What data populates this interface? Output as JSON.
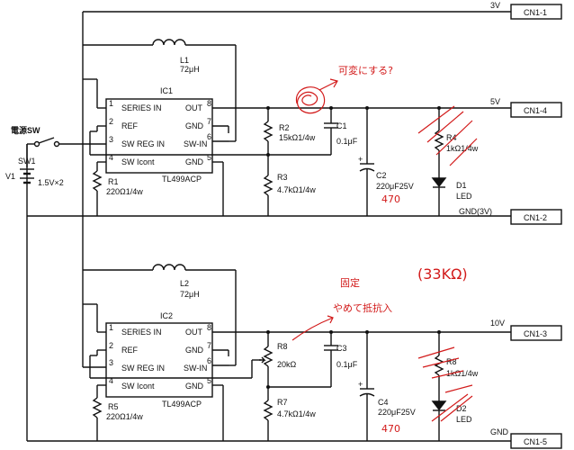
{
  "connectors": {
    "cn1_1": "CN1-1",
    "cn1_4": "CN1-4",
    "cn1_2": "CN1-2",
    "cn1_3": "CN1-3",
    "cn1_5": "CN1-5"
  },
  "nets": {
    "v3": "3V",
    "v5": "5V",
    "gnd3v": "GND(3V)",
    "v10": "10V",
    "gnd": "GND"
  },
  "power": {
    "switch_label": "電源SW",
    "switch_ref": "SW1",
    "battery_ref": "V1",
    "battery_val": "1.5V×2"
  },
  "upper": {
    "inductor_ref": "L1",
    "inductor_val": "72μH",
    "ic_ref": "IC1",
    "ic_part": "TL499ACP",
    "r2_ref": "R2",
    "r2_val": "15kΩ1/4w",
    "c1_ref": "C1",
    "c1_val": "0.1μF",
    "r3_ref": "R3",
    "r3_val": "4.7kΩ1/4w",
    "r1_ref": "R1",
    "r1_val": "220Ω1/4w",
    "c2_ref": "C2",
    "c2_val": "220μF25V",
    "r4_ref": "R4",
    "r4_val": "1kΩ1/4w",
    "d1_ref": "D1",
    "d1_val": "LED"
  },
  "lower": {
    "inductor_ref": "L2",
    "inductor_val": "72μH",
    "ic_ref": "IC2",
    "ic_part": "TL499ACP",
    "r8_ref": "R8",
    "r8_val": "20kΩ",
    "c3_ref": "C3",
    "c3_val": "0.1μF",
    "r7_ref": "R7",
    "r7_val": "4.7kΩ1/4w",
    "r5_ref": "R5",
    "r5_val": "220Ω1/4w",
    "c4_ref": "C4",
    "c4_val": "220μF25V",
    "r8b_ref": "R8",
    "r8b_val": "1kΩ1/4w",
    "d2_ref": "D2",
    "d2_val": "LED"
  },
  "ic_pins": {
    "p1": "1",
    "p2": "2",
    "p3": "3",
    "p4": "4",
    "p5": "5",
    "p6": "6",
    "p7": "7",
    "p8": "8",
    "series_in": "SERIES IN",
    "ref": "REF",
    "sw_reg_in": "SW REG IN",
    "sw_icont": "SW Icont",
    "out": "OUT",
    "gnd": "GND",
    "sw_in": "SW-IN"
  },
  "annotations": {
    "note_top": "可変にする?",
    "note_c2": "470",
    "note_c4": "470",
    "note_fixed": "固定",
    "note_parallel": "やめて抵抗入",
    "note_33k": "(33KΩ)"
  }
}
